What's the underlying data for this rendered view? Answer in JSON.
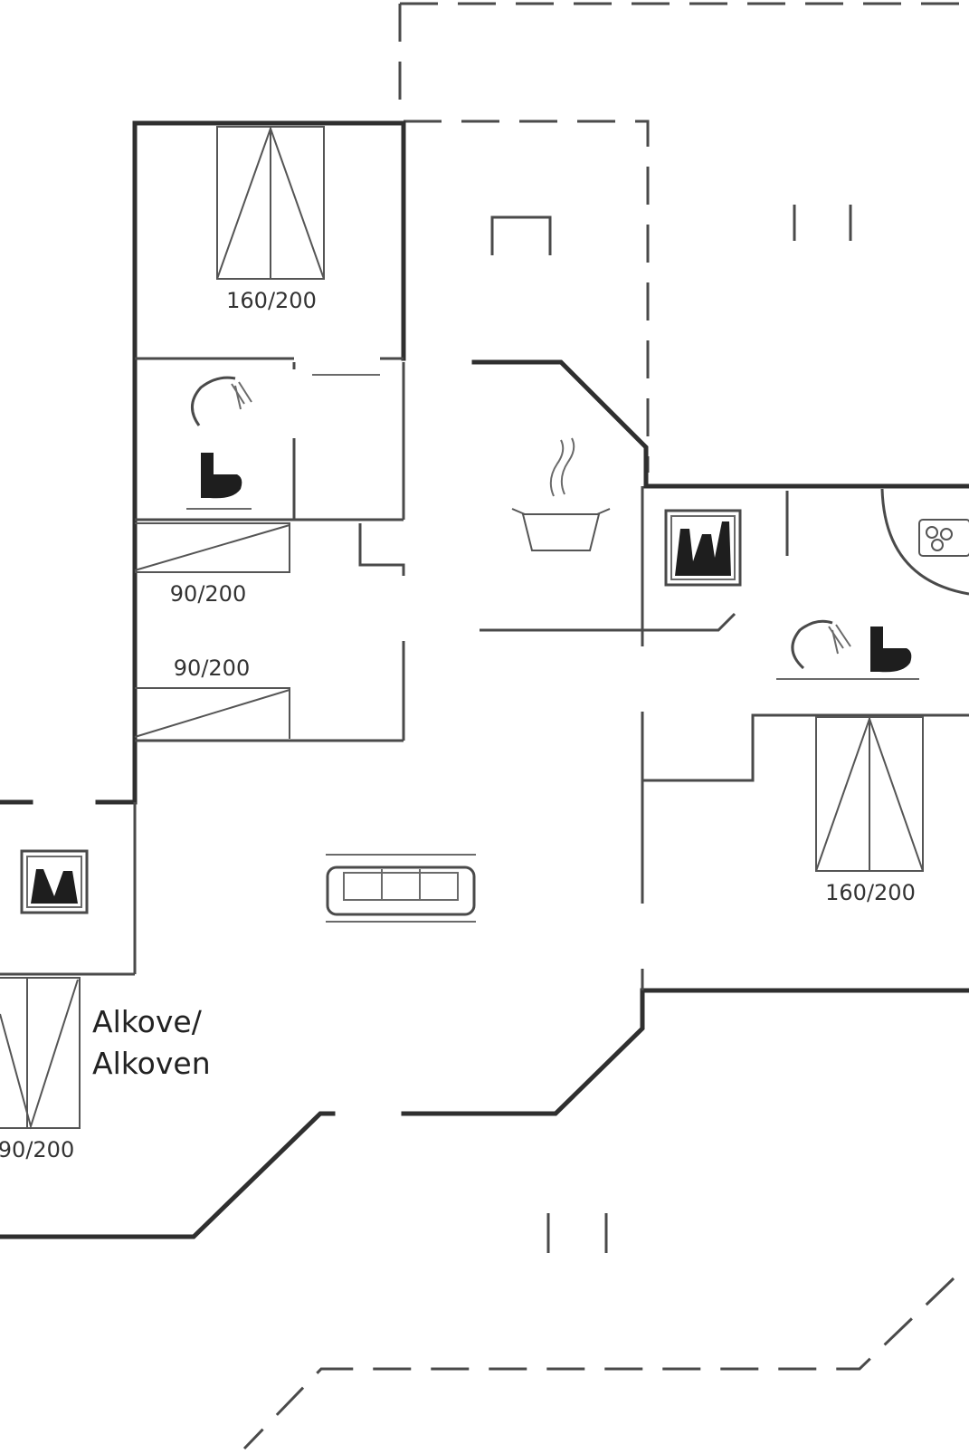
{
  "labels": {
    "bed_top": "160/200",
    "bunk_upper": "90/200",
    "bunk_lower": "90/200",
    "bed_right": "160/200",
    "bed_alcove": "90/200",
    "alcove_line1": "Alkove/",
    "alcove_line2": "Alkoven"
  },
  "icons": {
    "shower_left": "shower-icon",
    "toilet_left": "toilet-icon",
    "stove": "stove-pot-icon",
    "dishwasher": "dishwasher-icon",
    "washer": "washing-machine-icon",
    "shower_right": "shower-icon",
    "toilet_right": "toilet-icon",
    "sofa": "sofa-icon",
    "tv_left": "dishwasher-icon"
  },
  "colors": {
    "wall": "#2f2f2f",
    "line": "#4a4a4a",
    "background": "#ffffff"
  }
}
